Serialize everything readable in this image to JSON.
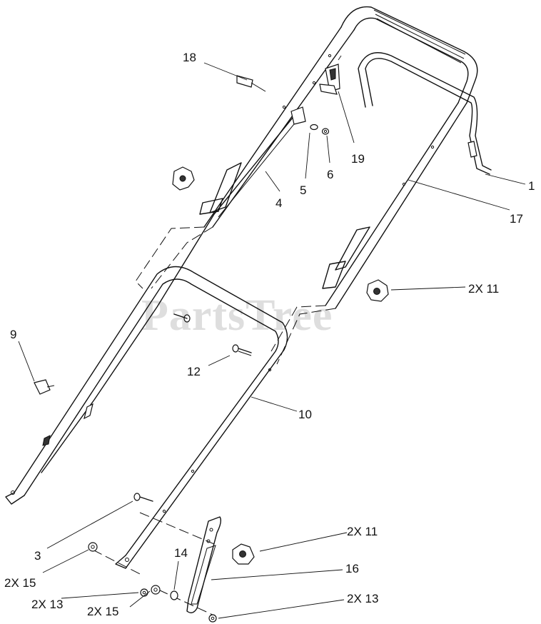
{
  "watermark": "PartsTree",
  "callouts": {
    "c1": "1",
    "c3": "3",
    "c4": "4",
    "c5": "5",
    "c6": "6",
    "c9": "9",
    "c10": "10",
    "c11a": "2X 11",
    "c11b": "2X 11",
    "c12": "12",
    "c13a": "2X 13",
    "c13b": "2X 13",
    "c14": "14",
    "c15a": "2X 15",
    "c15b": "2X 15",
    "c16": "16",
    "c17": "17",
    "c18": "18",
    "c19": "19"
  }
}
